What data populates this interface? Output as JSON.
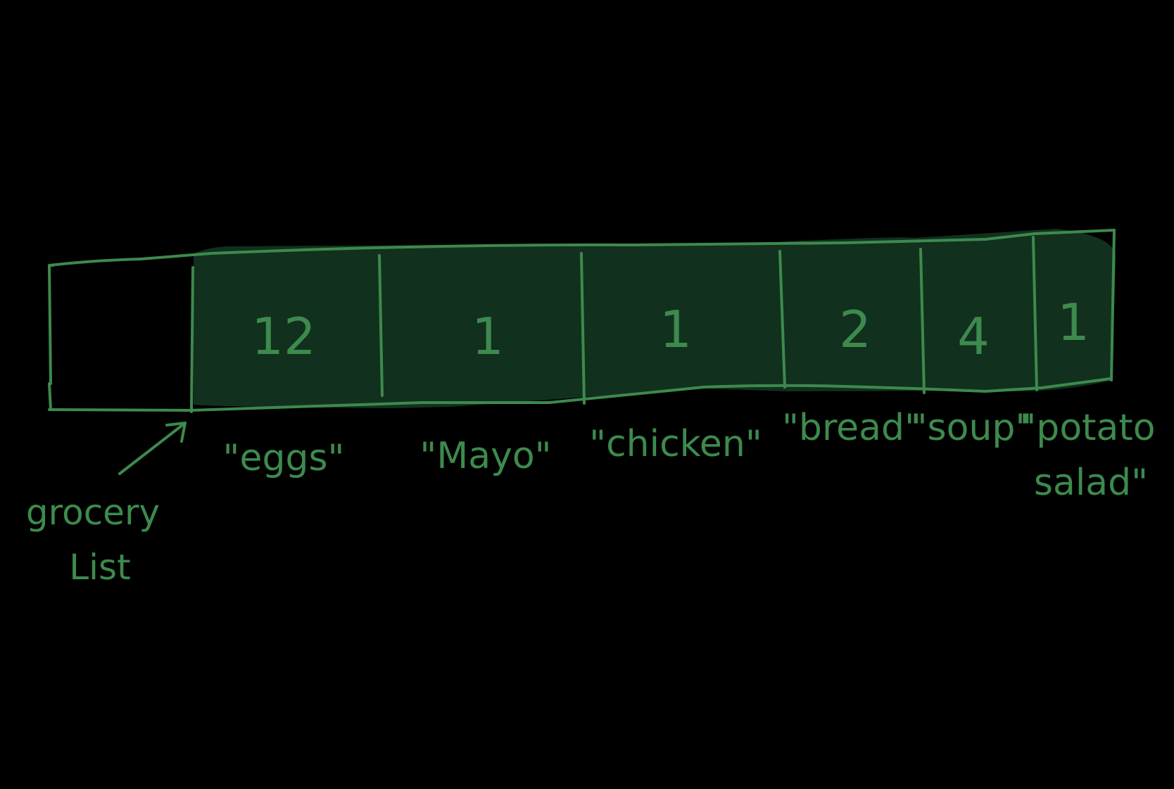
{
  "colors": {
    "background": "#000000",
    "ink": "#3d8a4d",
    "cell_fill": "#12301e"
  },
  "pointer": {
    "caption_line1": "grocery",
    "caption_line2": "List"
  },
  "array": {
    "cells": [
      {
        "value": "12",
        "label_lines": [
          "\"eggs\""
        ]
      },
      {
        "value": "1",
        "label_lines": [
          "\"Mayo\""
        ]
      },
      {
        "value": "1",
        "label_lines": [
          "\"chicken\""
        ]
      },
      {
        "value": "2",
        "label_lines": [
          "\"bread\""
        ]
      },
      {
        "value": "4",
        "label_lines": [
          "\"soup\""
        ]
      },
      {
        "value": "1",
        "label_lines": [
          "\"potato",
          "salad\""
        ]
      }
    ]
  }
}
